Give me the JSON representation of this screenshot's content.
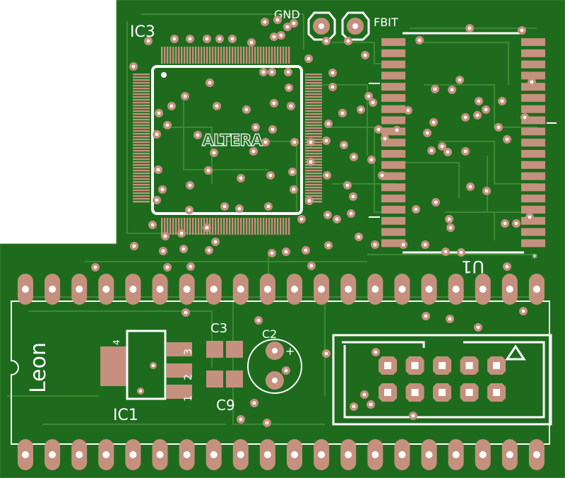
{
  "labels": {
    "ic3": "IC3",
    "gnd": "GND",
    "fbit": "FBIT",
    "altera": "ALTERA",
    "u1": "U1",
    "u1_star": "*",
    "leon": "Leon",
    "ic1": "IC1",
    "ic1_pin1": "1",
    "ic1_pin2": "2",
    "ic1_pin3": "3",
    "ic1_pin4": "4",
    "c3": "C3",
    "c2": "C2",
    "c9": "C9",
    "c2_plus": "+"
  },
  "colors": {
    "board": "#1e6b1e",
    "trace": "#3c8a32",
    "copper": "#c5917e",
    "silkscreen": "#ffffff",
    "background": "#ffffff"
  }
}
